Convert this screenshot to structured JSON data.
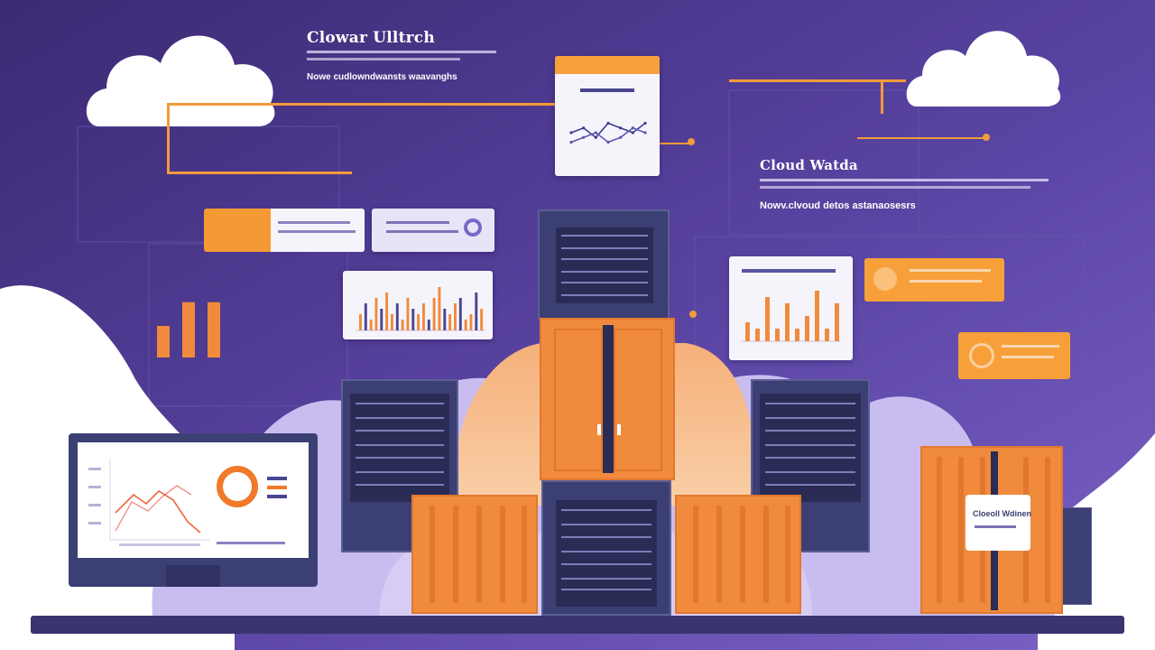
{
  "hero": {
    "title": "Clowar Ulltrch",
    "subtitle_line1": "",
    "subtitle_line2": "Nowe cudlowndwansts waavanghs"
  },
  "right_panel": {
    "title": "Cloud Watda",
    "subtitle": "Nowv.clvoud detos astanaosesrs"
  },
  "locker_note": {
    "title": "Cloeoll Wdinen",
    "line": ""
  },
  "colors": {
    "background_top": "#3b2a73",
    "background_bottom": "#7a62c6",
    "accent_orange": "#f39a3b",
    "server_navy": "#3c3f73",
    "cloud_white": "#ffffff",
    "floor": "#3a3470"
  },
  "chart_data": [
    {
      "type": "line",
      "series": [
        {
          "values": [
            4,
            5,
            3,
            6,
            5,
            4,
            6
          ]
        },
        {
          "values": [
            2,
            3,
            4,
            2,
            3,
            5,
            4
          ]
        }
      ]
    },
    {
      "type": "bar",
      "values": [
        3,
        5,
        2,
        6,
        4,
        7,
        3,
        5,
        2,
        6,
        4,
        3,
        5,
        2,
        6,
        8,
        4,
        3,
        5,
        6,
        2,
        3,
        7,
        4
      ]
    },
    {
      "type": "bar",
      "values": [
        3,
        2,
        7,
        2,
        6,
        2,
        4,
        8,
        2,
        6
      ]
    },
    {
      "type": "bar",
      "values": [
        4,
        7,
        7
      ]
    }
  ]
}
